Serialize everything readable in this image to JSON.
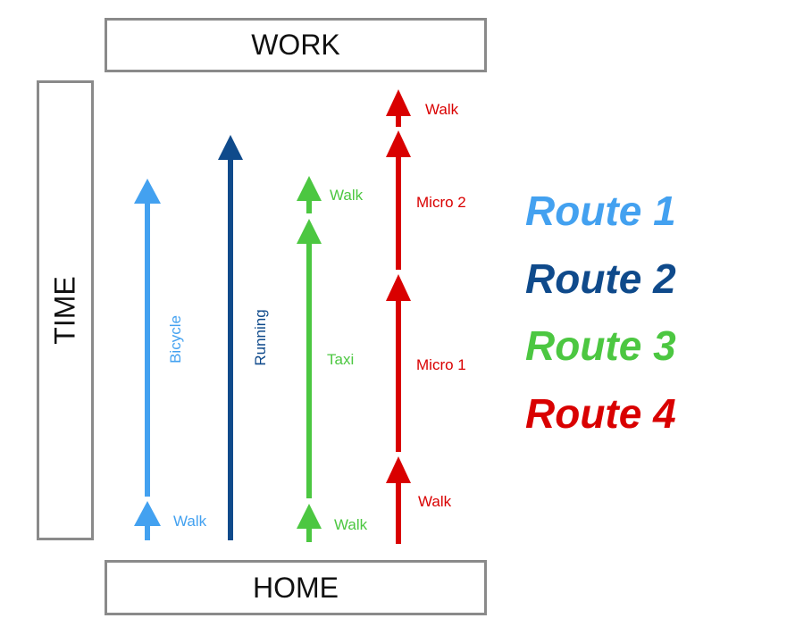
{
  "boxes": {
    "work": "WORK",
    "home": "HOME",
    "time": "TIME"
  },
  "colors": {
    "route1": "#43a1f0",
    "route2": "#0f4a8b",
    "route3": "#4cc741",
    "route4": "#d90000",
    "box_border": "#8a8a8a"
  },
  "routes": [
    {
      "label": "Route 1",
      "segments": [
        "Walk",
        "Bicycle"
      ]
    },
    {
      "label": "Route 2",
      "segments": [
        "Running"
      ]
    },
    {
      "label": "Route 3",
      "segments": [
        "Walk",
        "Taxi",
        "Walk"
      ]
    },
    {
      "label": "Route 4",
      "segments": [
        "Walk",
        "Micro 1",
        "Micro 2",
        "Walk"
      ]
    }
  ]
}
